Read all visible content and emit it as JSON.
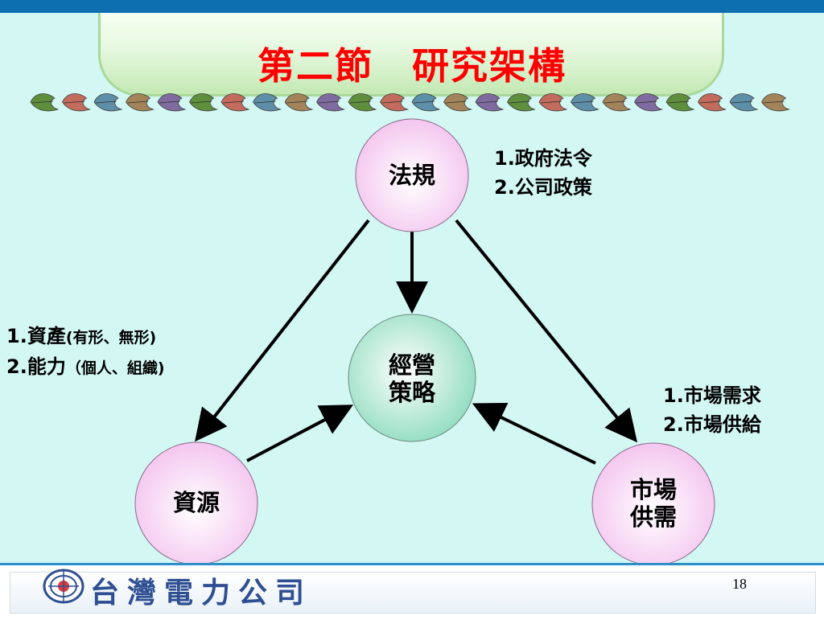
{
  "slide": {
    "title": "第二節　研究架構",
    "page_number": "18",
    "company_name": "台灣電力公司"
  },
  "nodes": {
    "regulation": "法規",
    "strategy": [
      "經營",
      "策略"
    ],
    "resource": "資源",
    "market": [
      "市場",
      "供需"
    ]
  },
  "notes": {
    "regulation": [
      "1.政府法令",
      "2.公司政策"
    ],
    "resource": [
      {
        "main": "1.資產",
        "sub": "(有形、無形)"
      },
      {
        "main": "2.能力",
        "sub": "（個人、組織)"
      }
    ],
    "market": [
      "1.市場需求",
      "2.市場供給"
    ]
  },
  "colors": {
    "top_band": "#0d6fb0",
    "title": "#ff0000",
    "background": "#d3f7f3",
    "arrow": "#000000",
    "regulation_node": "#f4c6ef",
    "strategy_node": "#a9e5cf"
  }
}
